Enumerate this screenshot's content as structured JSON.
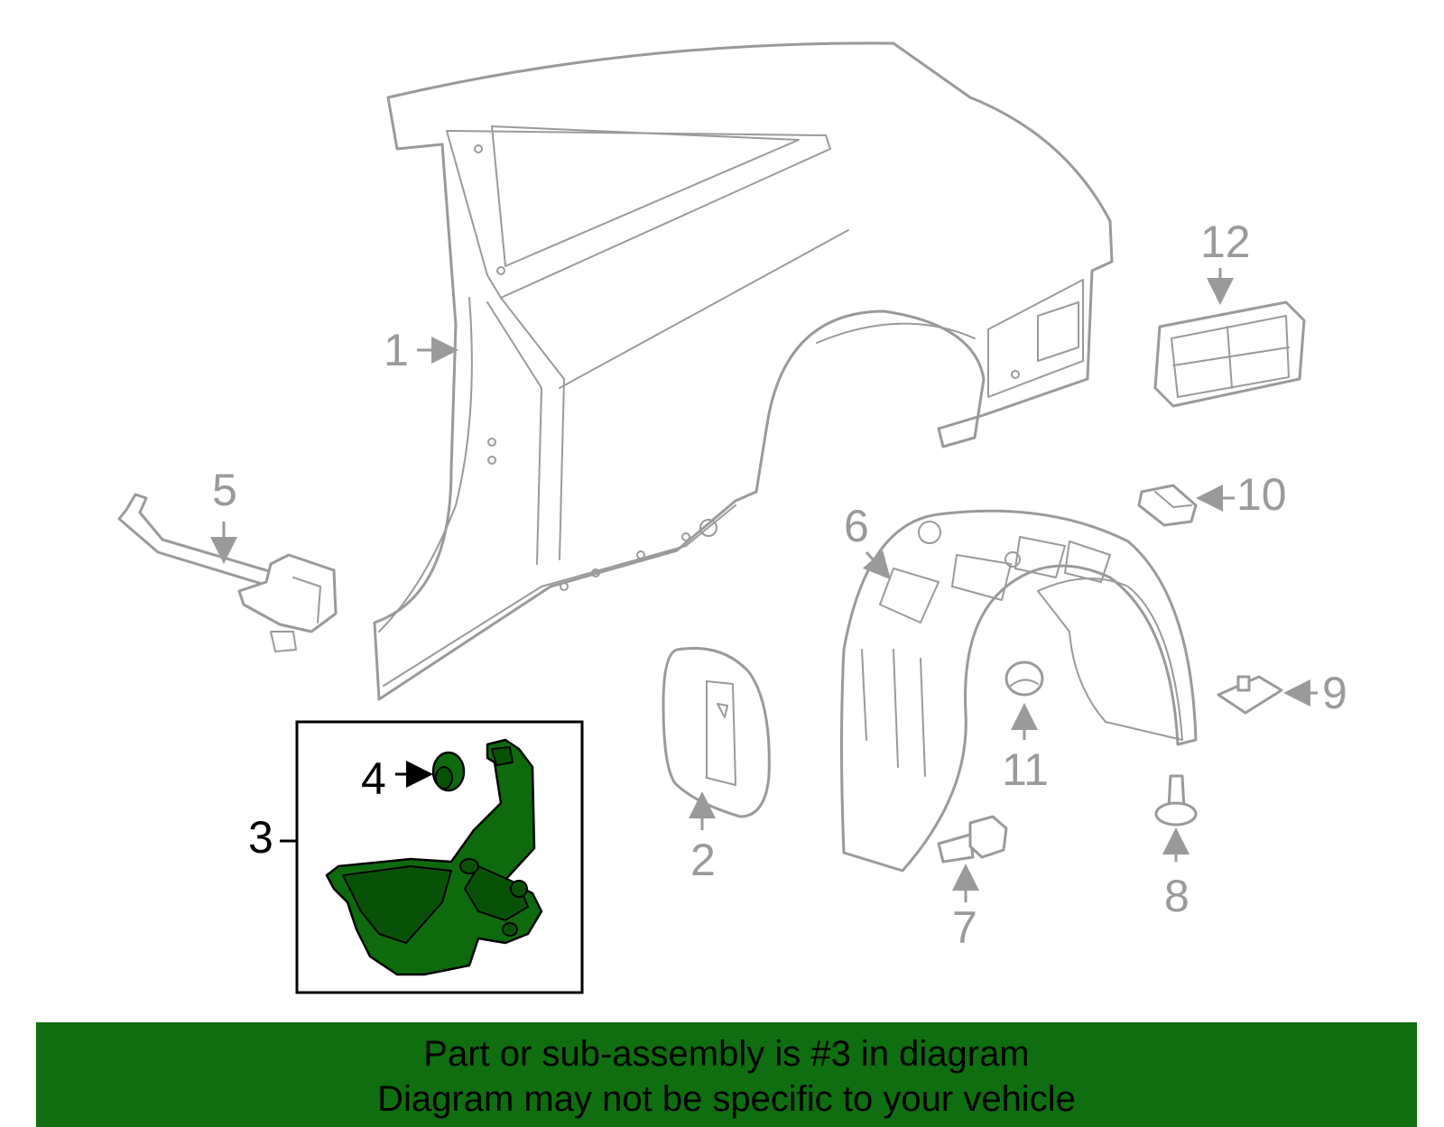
{
  "callouts": {
    "c1": "1",
    "c2": "2",
    "c3": "3",
    "c4": "4",
    "c5": "5",
    "c6": "6",
    "c7": "7",
    "c8": "8",
    "c9": "9",
    "c10": "10",
    "c11": "11",
    "c12": "12"
  },
  "banner": {
    "line1": "Part or sub-assembly is #3 in diagram",
    "line2": "Diagram may not be specific to your vehicle"
  },
  "colors": {
    "highlight_part": "#0d6b0d",
    "banner_background": "#0f6e0f",
    "line_art": "#9a9a9a"
  }
}
